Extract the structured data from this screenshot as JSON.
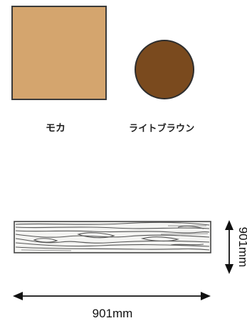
{
  "swatches": [
    {
      "label": "モカ",
      "shape": "square",
      "color": "#d4a56e"
    },
    {
      "label": "ライトブラウン",
      "shape": "circle",
      "color": "#7a4a1e"
    }
  ],
  "dimensions": {
    "width_label": "901mm",
    "height_label": "901mm"
  }
}
